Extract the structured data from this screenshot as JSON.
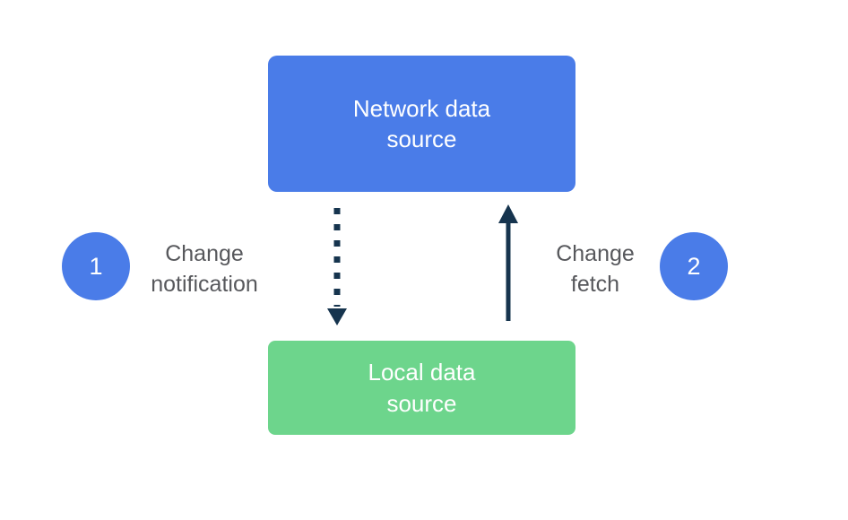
{
  "diagram": {
    "nodes": {
      "network": {
        "label": "Network data source"
      },
      "local": {
        "label": "Local data source"
      }
    },
    "steps": [
      {
        "number": "1",
        "label": "Change notification"
      },
      {
        "number": "2",
        "label": "Change fetch"
      }
    ],
    "arrows": [
      {
        "name": "change-notification-arrow",
        "style": "dotted",
        "direction": "down",
        "from": "Network data source",
        "to": "Local data source"
      },
      {
        "name": "change-fetch-arrow",
        "style": "solid",
        "direction": "up",
        "from": "Local data source",
        "to": "Network data source"
      }
    ],
    "colors": {
      "node_blue": "#4a7ce8",
      "node_green": "#6dd58c",
      "arrow_dark": "#16344e",
      "label_gray": "#57585c",
      "background": "#ffffff"
    }
  }
}
